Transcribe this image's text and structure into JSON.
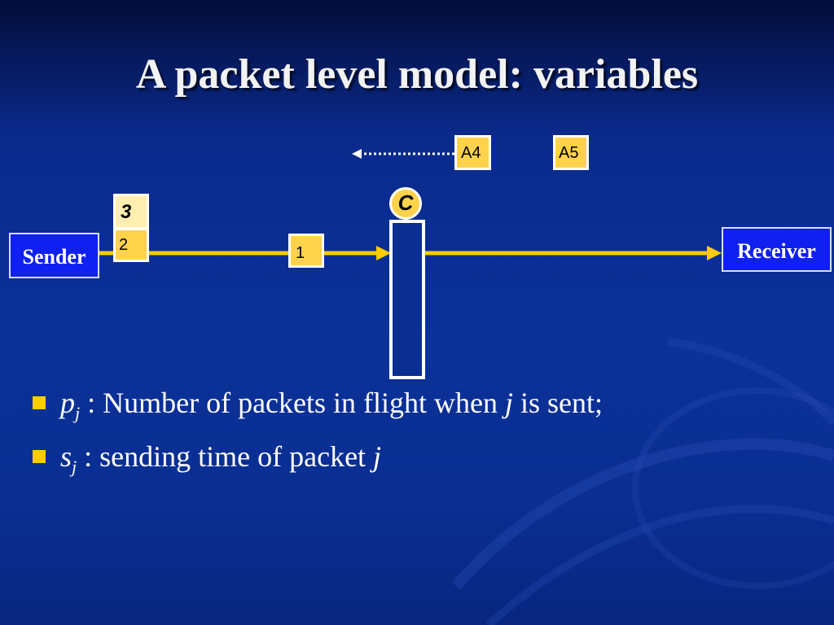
{
  "slide": {
    "title": "A packet level model: variables",
    "colors": {
      "background": "#0b3299",
      "packet": "#ffd24c",
      "link": "#ffcc00",
      "endpoint": "#1020f0"
    }
  },
  "diagram": {
    "sender_label": "Sender",
    "receiver_label": "Receiver",
    "router_label": "C",
    "packets": {
      "p1": "1",
      "p2": "2",
      "p3": "3"
    },
    "acks": {
      "a4": "A4",
      "a5": "A5"
    }
  },
  "bullets": [
    {
      "var": "p",
      "sub": "j",
      "text": " : Number of packets in flight when ",
      "ital": "j",
      "tail": " is sent;"
    },
    {
      "var": "s",
      "sub": "j",
      "text": " : sending time of packet ",
      "ital": "j",
      "tail": ""
    }
  ]
}
